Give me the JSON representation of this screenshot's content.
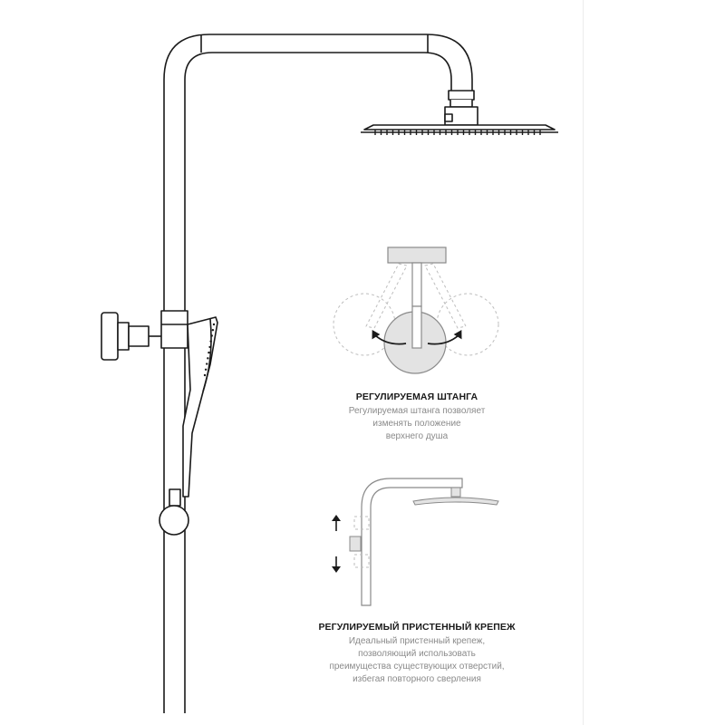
{
  "features": [
    {
      "title": "РЕГУЛИРУЕМАЯ ШТАНГА",
      "lines": [
        "Регулируемая штанга позволяет",
        "изменять положение",
        "верхнего душа"
      ]
    },
    {
      "title": "РЕГУЛИРУЕМЫЙ ПРИСТЕННЫЙ КРЕПЕЖ",
      "lines": [
        "Идеальный пристенный крепеж,",
        "позволяющий использовать",
        "преимущества существующих отверстий,",
        "избегая повторного сверления"
      ]
    }
  ],
  "colors": {
    "line": "#1a1a1a",
    "detail": "#8a8a8a",
    "dashed": "#bdbdbd",
    "accent_fill": "#e3e3e3"
  }
}
